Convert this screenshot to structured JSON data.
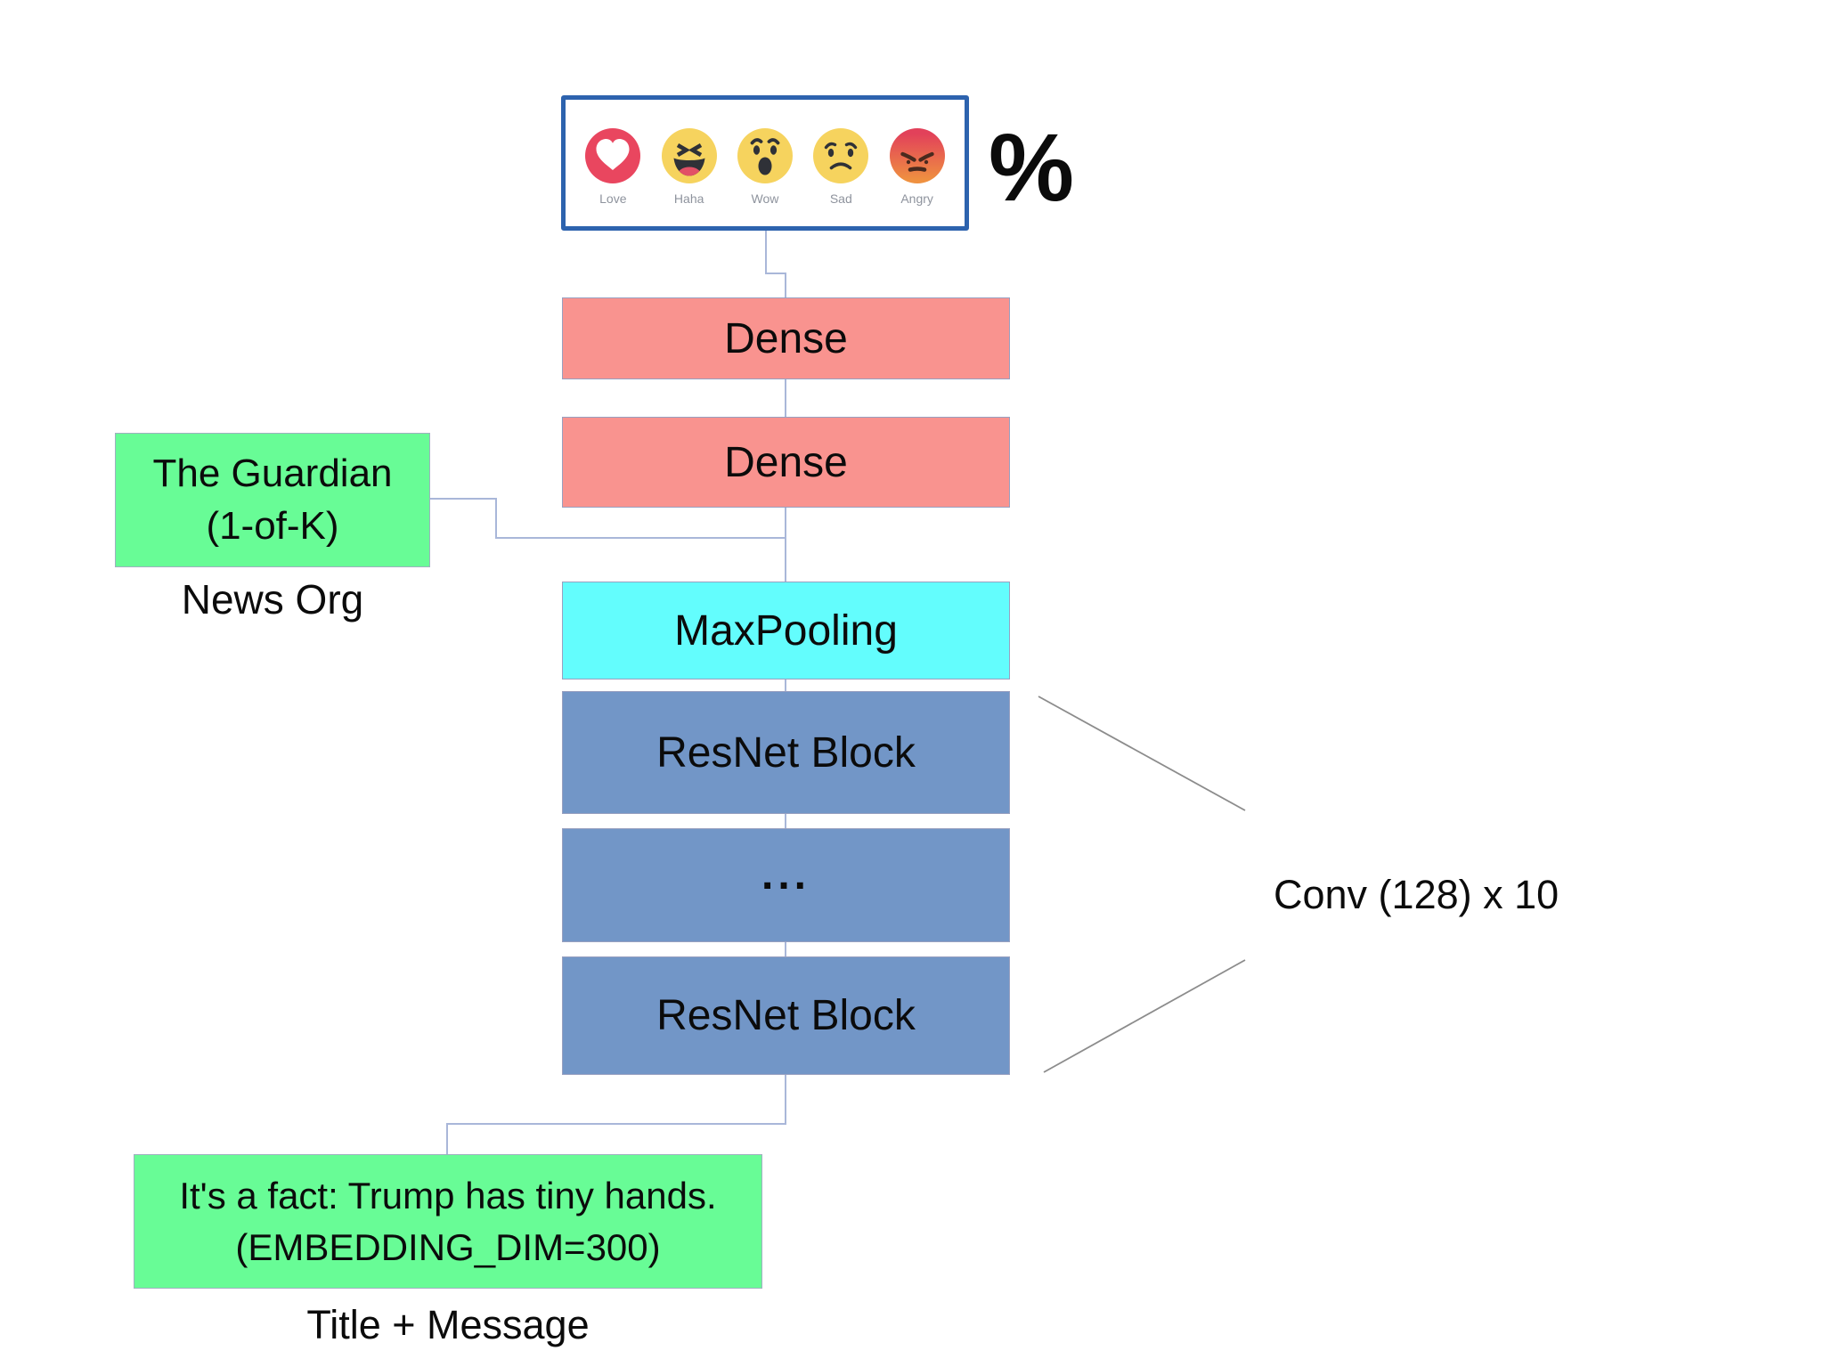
{
  "reactions_panel": {
    "percent_label": "%",
    "reactions": [
      {
        "icon": "love-reaction-icon",
        "label": "Love"
      },
      {
        "icon": "haha-reaction-icon",
        "label": "Haha"
      },
      {
        "icon": "wow-reaction-icon",
        "label": "Wow"
      },
      {
        "icon": "sad-reaction-icon",
        "label": "Sad"
      },
      {
        "icon": "angry-reaction-icon",
        "label": "Angry"
      }
    ]
  },
  "layers": [
    {
      "label": "Dense",
      "type": "dense"
    },
    {
      "label": "Dense",
      "type": "dense"
    },
    {
      "label": "MaxPooling",
      "type": "maxpooling"
    },
    {
      "label": "ResNet Block",
      "type": "resnet"
    },
    {
      "label": "...",
      "type": "resnet"
    },
    {
      "label": "ResNet Block",
      "type": "resnet"
    }
  ],
  "inputs": {
    "news_org": {
      "line1": "The Guardian",
      "line2": "(1-of-K)",
      "caption": "News Org"
    },
    "text": {
      "line1": "It's a fact: Trump has tiny hands.",
      "line2": "(EMBEDDING_DIM=300)",
      "caption": "Title + Message"
    }
  },
  "annotations": {
    "conv": "Conv (128) x 10"
  },
  "colors": {
    "panel_border": "#2D63AE",
    "dense_fill": "#F9938F",
    "maxpooling_fill": "#63FDFD",
    "resnet_fill": "#7296C7",
    "input_fill": "#68FC96",
    "connector": "#A9B7D9",
    "brace_line": "#8C8C8C",
    "emoji_yellow": "#F6D35E",
    "love_red": "#E9465F",
    "angry_gradient_top": "#E2415A",
    "angry_gradient_bottom": "#EF9140",
    "emoji_feature_dark": "#2F3137",
    "reaction_label_gray": "#8E939D"
  }
}
